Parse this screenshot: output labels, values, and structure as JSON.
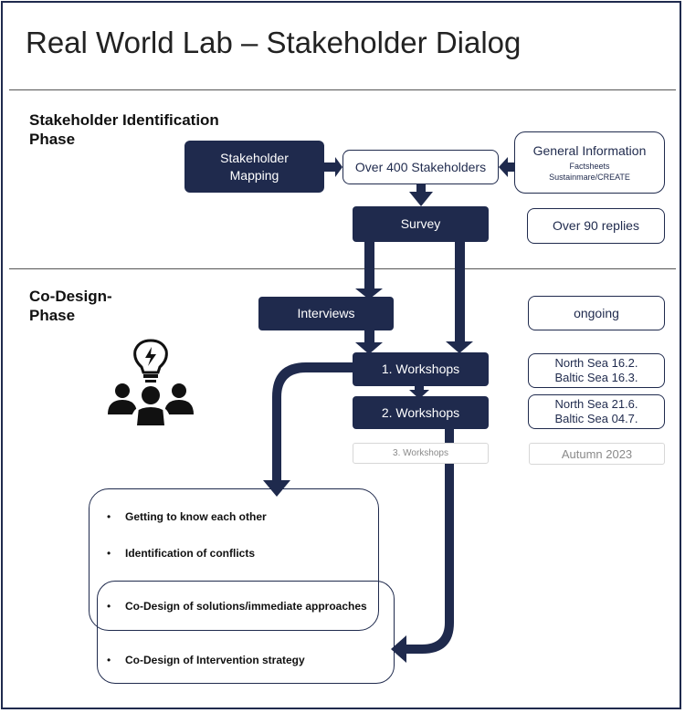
{
  "title": "Real World Lab – Stakeholder Dialog",
  "phases": {
    "identification": [
      "Stakeholder Identification",
      "Phase"
    ],
    "codesign": [
      "Co-Design-",
      "Phase"
    ]
  },
  "boxes": {
    "stakeholder_mapping": [
      "Stakeholder",
      "Mapping"
    ],
    "over_400": "Over 400 Stakeholders",
    "general_info": {
      "title": "General Information",
      "line1": "Factsheets",
      "line2": "Sustainmare/CREATE"
    },
    "survey": "Survey",
    "over_90": "Over 90 replies",
    "interviews": "Interviews",
    "ongoing": "ongoing",
    "workshop1": "1. Workshops",
    "workshop1_dates": [
      "North Sea 16.2.",
      "Baltic Sea 16.3."
    ],
    "workshop2": "2. Workshops",
    "workshop2_dates": [
      "North Sea 21.6.",
      "Baltic Sea 04.7."
    ],
    "workshop3": "3. Workshops",
    "autumn": "Autumn 2023"
  },
  "list": [
    "Getting to know each other",
    "Identification of conflicts",
    "Co-Design of solutions/immediate approaches",
    "Co-Design of Intervention strategy"
  ],
  "bullet": "•",
  "icon": "people-idea-icon",
  "colors": {
    "navy": "#1f2a4d",
    "faint_border": "#d7d7d7",
    "faint_text": "#8a8a8a"
  }
}
